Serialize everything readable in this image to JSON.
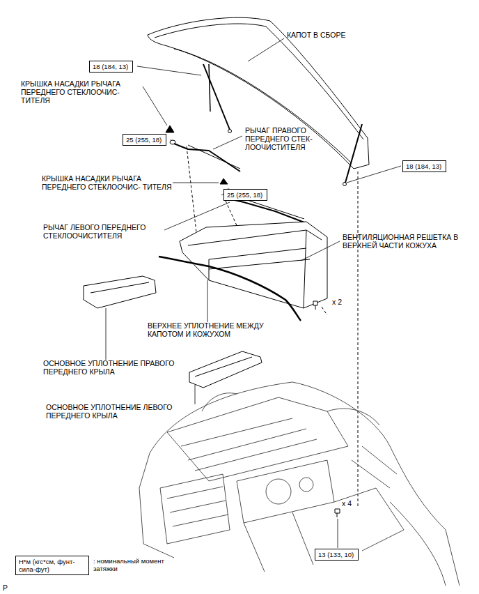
{
  "diagram": {
    "nodes": [
      {
        "text": [
          "18 (184, 13)"
        ]
      },
      {
        "text": [
          "25 (255, 18)"
        ]
      },
      {
        "text": [
          "25 (255, 18)"
        ]
      },
      {
        "text": [
          "18 (184, 13)"
        ]
      },
      {
        "text": [
          "13 (133, 10)"
        ]
      },
      {
        "text": [
          "Н*м (кгс*см, фунт-сила-фут)"
        ]
      }
    ],
    "edges": [],
    "labels": [
      "КАПОТ В СБОРЕ",
      "КРЫШКА НАСАДКИ РЫЧАГА ПЕРЕДНЕГО СТЕКЛООЧИС- ТИТЕЛЯ",
      "РЫЧАГ ПРАВОГО ПЕРЕДНЕГО СТЕК- ЛООЧИСТИТЕЛЯ",
      "КРЫШКА НАСАДКИ РЫЧАГА ПЕРЕДНЕГО СТЕКЛООЧИС- ТИТЕЛЯ",
      "РЫЧАГ ЛЕВОГО ПЕРЕДНЕГО СТЕКЛООЧИСТИТЕЛЯ",
      "ВЕНТИЛЯЦИОННАЯ РЕШЕТКА В ВЕРХНЕЙ ЧАСТИ КОЖУХА",
      "x 2",
      "ВЕРХНЕЕ УПЛОТНЕНИЕ МЕЖДУ КАПОТОМ И КОЖУХОМ",
      "ОСНОВНОЕ УПЛОТНЕНИЕ ПРАВОГО ПЕРЕДНЕГО КРЫЛА",
      "ОСНОВНОЕ УПЛОТНЕНИЕ ЛЕВОГО ПЕРЕДНЕГО КРЫЛА",
      "x 4",
      "P"
    ],
    "legend": [
      {
        "text": ": номинальный момент затяжки"
      }
    ]
  }
}
